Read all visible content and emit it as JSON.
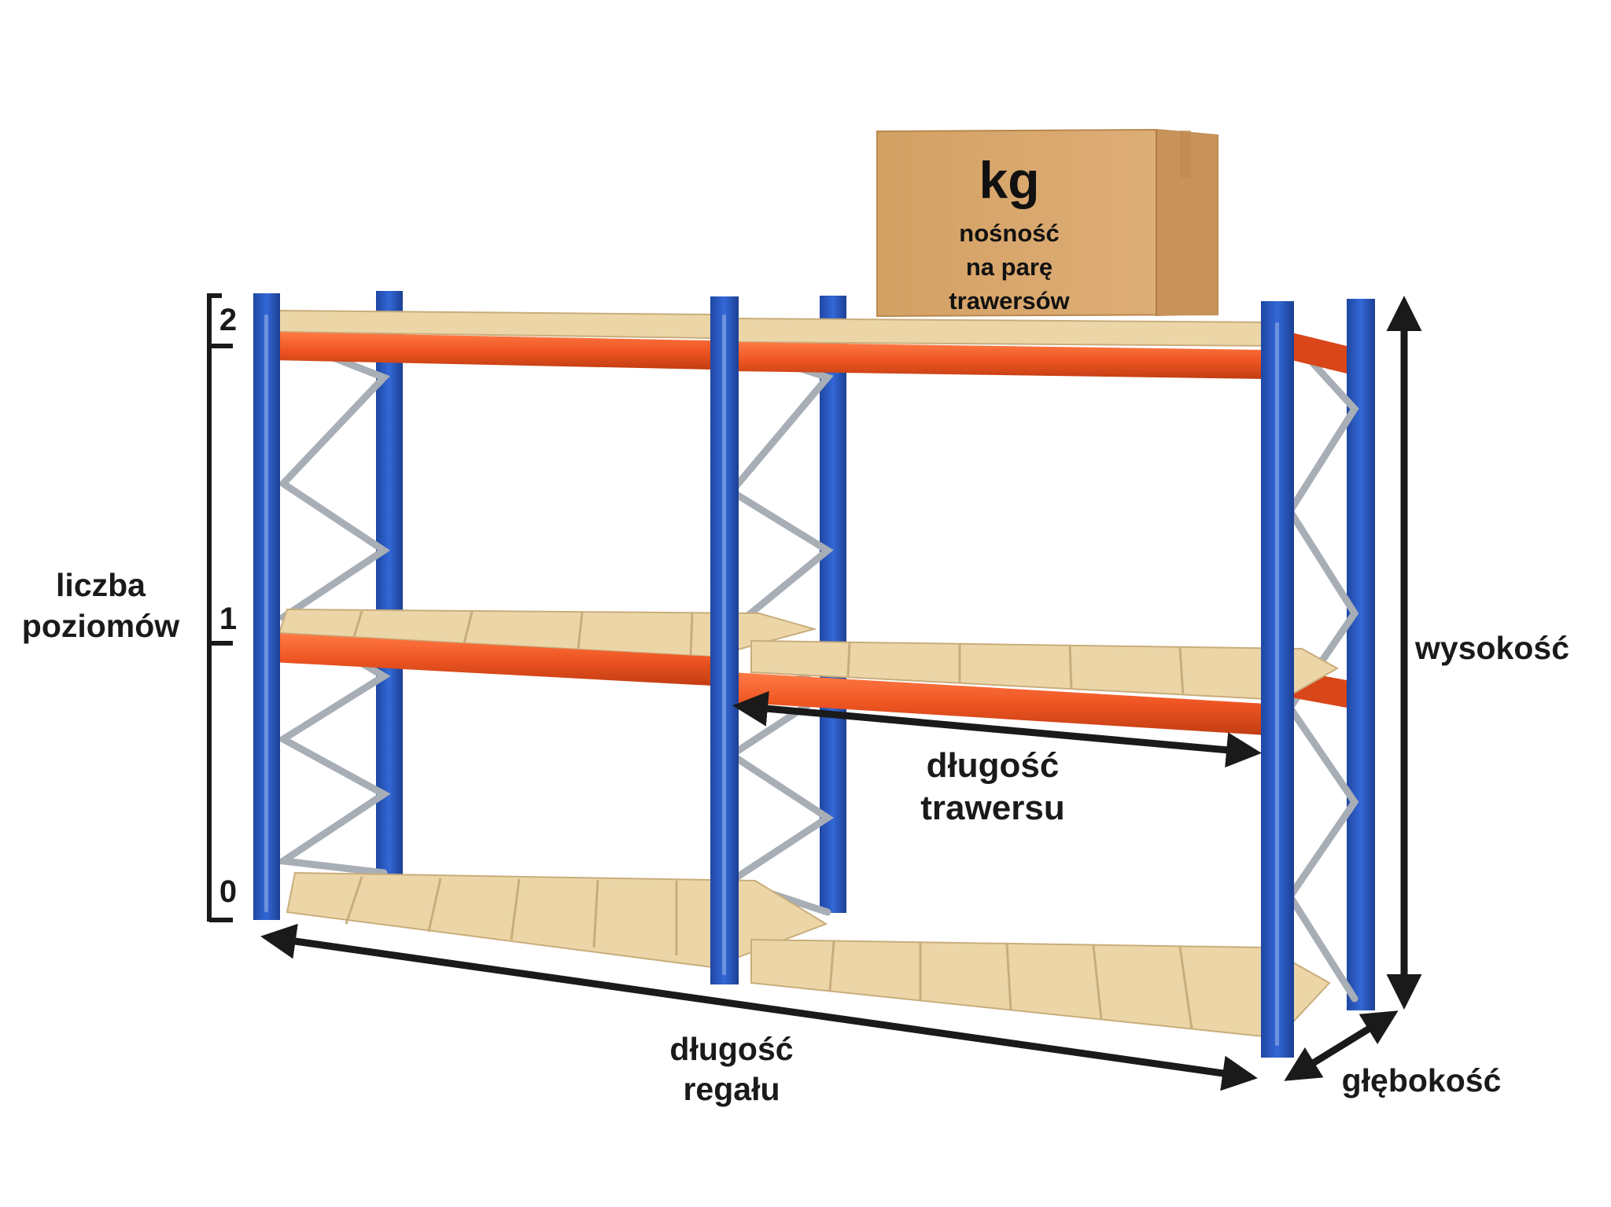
{
  "box": {
    "unit": "kg",
    "line1": "nośność",
    "line2": "na parę",
    "line3": "trawersów"
  },
  "levels": {
    "label_line1": "liczba",
    "label_line2": "poziomów",
    "marks": [
      "0",
      "1",
      "2"
    ]
  },
  "dimensions": {
    "height": "wysokość",
    "beam_length_line1": "długość",
    "beam_length_line2": "trawersu",
    "rack_length_line1": "długość",
    "rack_length_line2": "regału",
    "depth": "głębokość"
  },
  "colors": {
    "upright": "#2a5bbf",
    "beam": "#ee5522",
    "pallet": "#ecd6a8",
    "bracing": "#a8aeb6",
    "box": "#d9a86c",
    "arrow": "#1a1a1a"
  }
}
